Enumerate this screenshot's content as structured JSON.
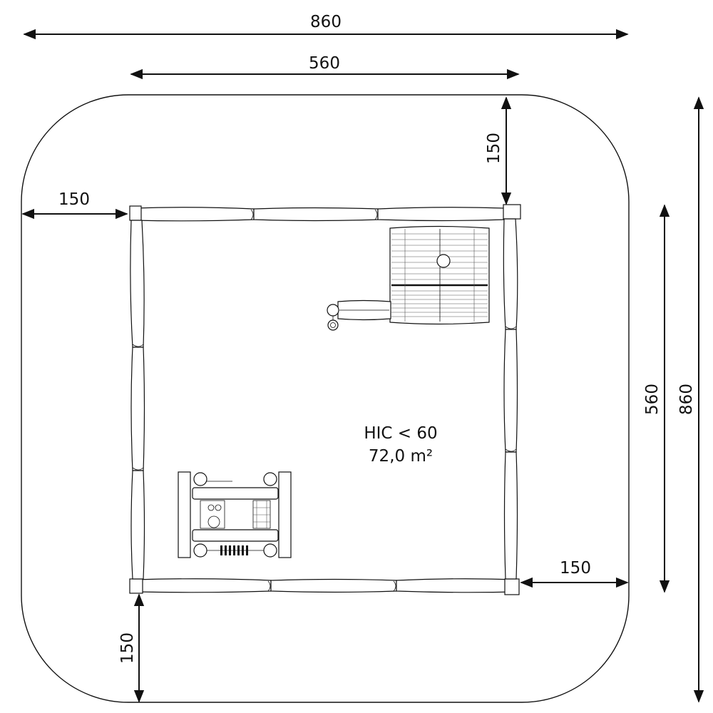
{
  "dimensions": {
    "top_total": "860",
    "top_inner": "560",
    "right_total": "860",
    "right_inner": "560",
    "left_margin": "150",
    "top_margin": "150",
    "right_margin": "150",
    "bottom_margin": "150"
  },
  "area": {
    "hic": "HIC < 60",
    "surface": "72,0 m²"
  },
  "colors": {
    "stroke": "#111111",
    "background": "#ffffff"
  }
}
